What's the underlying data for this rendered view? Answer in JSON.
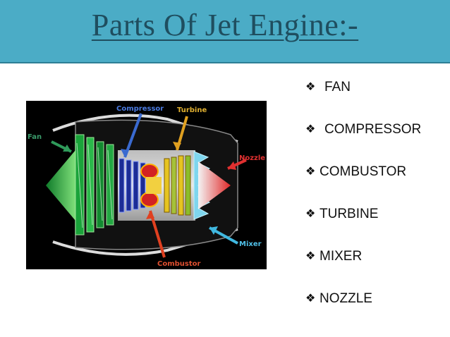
{
  "slide": {
    "title": "Parts Of Jet Engine:-",
    "bullet_marker": "❖",
    "bullets": [
      {
        "text": "FAN",
        "spaced": true
      },
      {
        "text": "COMPRESSOR",
        "spaced": true
      },
      {
        "text": "COMBUSTOR",
        "spaced": false
      },
      {
        "text": "TURBINE",
        "spaced": false
      },
      {
        "text": "MIXER",
        "spaced": false
      },
      {
        "text": "NOZZLE",
        "spaced": false
      }
    ]
  },
  "diagram": {
    "labels": {
      "fan": "Fan",
      "compressor": "Compressor",
      "turbine": "Turbine",
      "nozzle": "Nozzle",
      "mixer": "Mixer",
      "combustor": "Combustor"
    },
    "colors": {
      "background": "#000000",
      "fan": "#1aa33a",
      "compressor": "#2233aa",
      "combustor": "#d22222",
      "turbine": "#e6c420",
      "nozzle": "#e03030",
      "arrow_fan": "#2f9a5a",
      "arrow_compressor": "#3a6ad0",
      "arrow_turbine": "#e0a020",
      "arrow_nozzle": "#e03030",
      "arrow_mixer": "#40b8e0",
      "arrow_combustor": "#e04020"
    }
  }
}
